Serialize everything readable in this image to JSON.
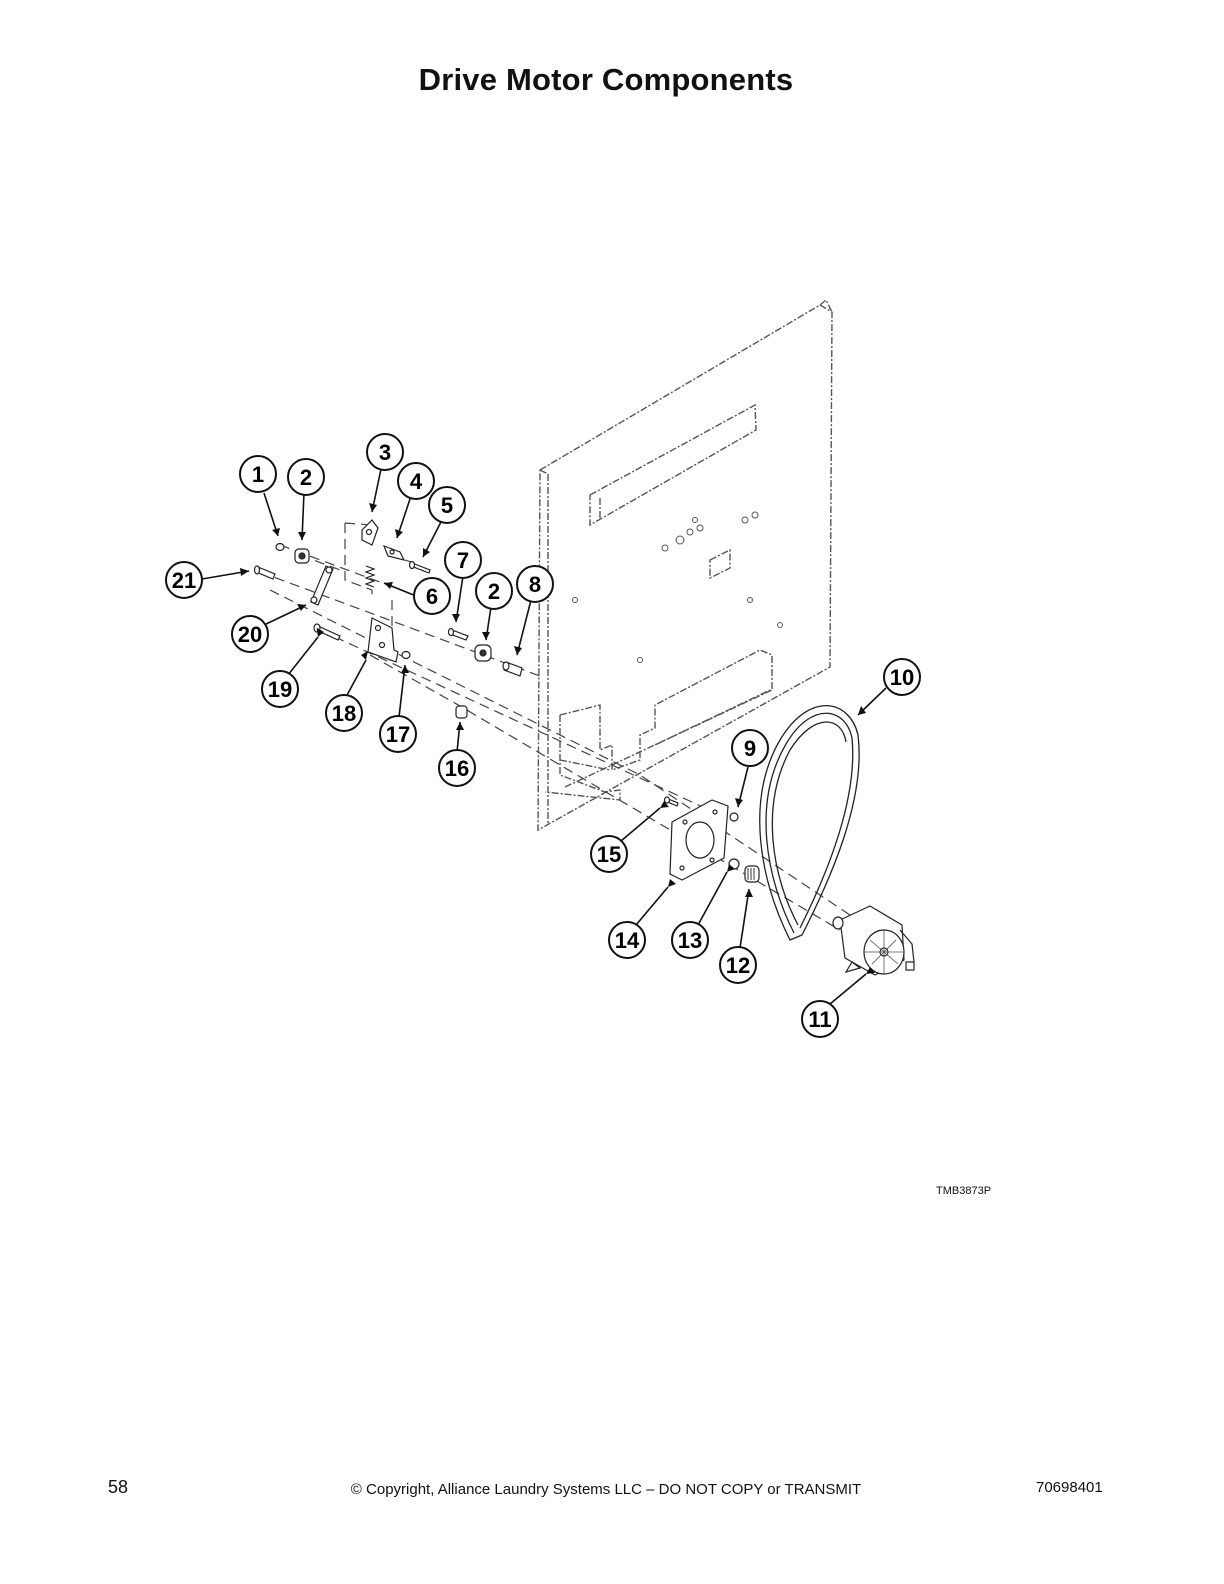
{
  "title": "Drive Motor Components",
  "figure_id": "TMB3873P",
  "footer": {
    "page_number": "58",
    "copyright": "© Copyright, Alliance Laundry Systems LLC – DO NOT COPY or TRANSMIT",
    "document_number": "70698401"
  },
  "callouts": [
    {
      "label": "1"
    },
    {
      "label": "2"
    },
    {
      "label": "3"
    },
    {
      "label": "4"
    },
    {
      "label": "5"
    },
    {
      "label": "6"
    },
    {
      "label": "7"
    },
    {
      "label": "2"
    },
    {
      "label": "8"
    },
    {
      "label": "10"
    },
    {
      "label": "9"
    },
    {
      "label": "21"
    },
    {
      "label": "20"
    },
    {
      "label": "19"
    },
    {
      "label": "18"
    },
    {
      "label": "17"
    },
    {
      "label": "16"
    },
    {
      "label": "15"
    },
    {
      "label": "14"
    },
    {
      "label": "13"
    },
    {
      "label": "12"
    },
    {
      "label": "11"
    }
  ]
}
